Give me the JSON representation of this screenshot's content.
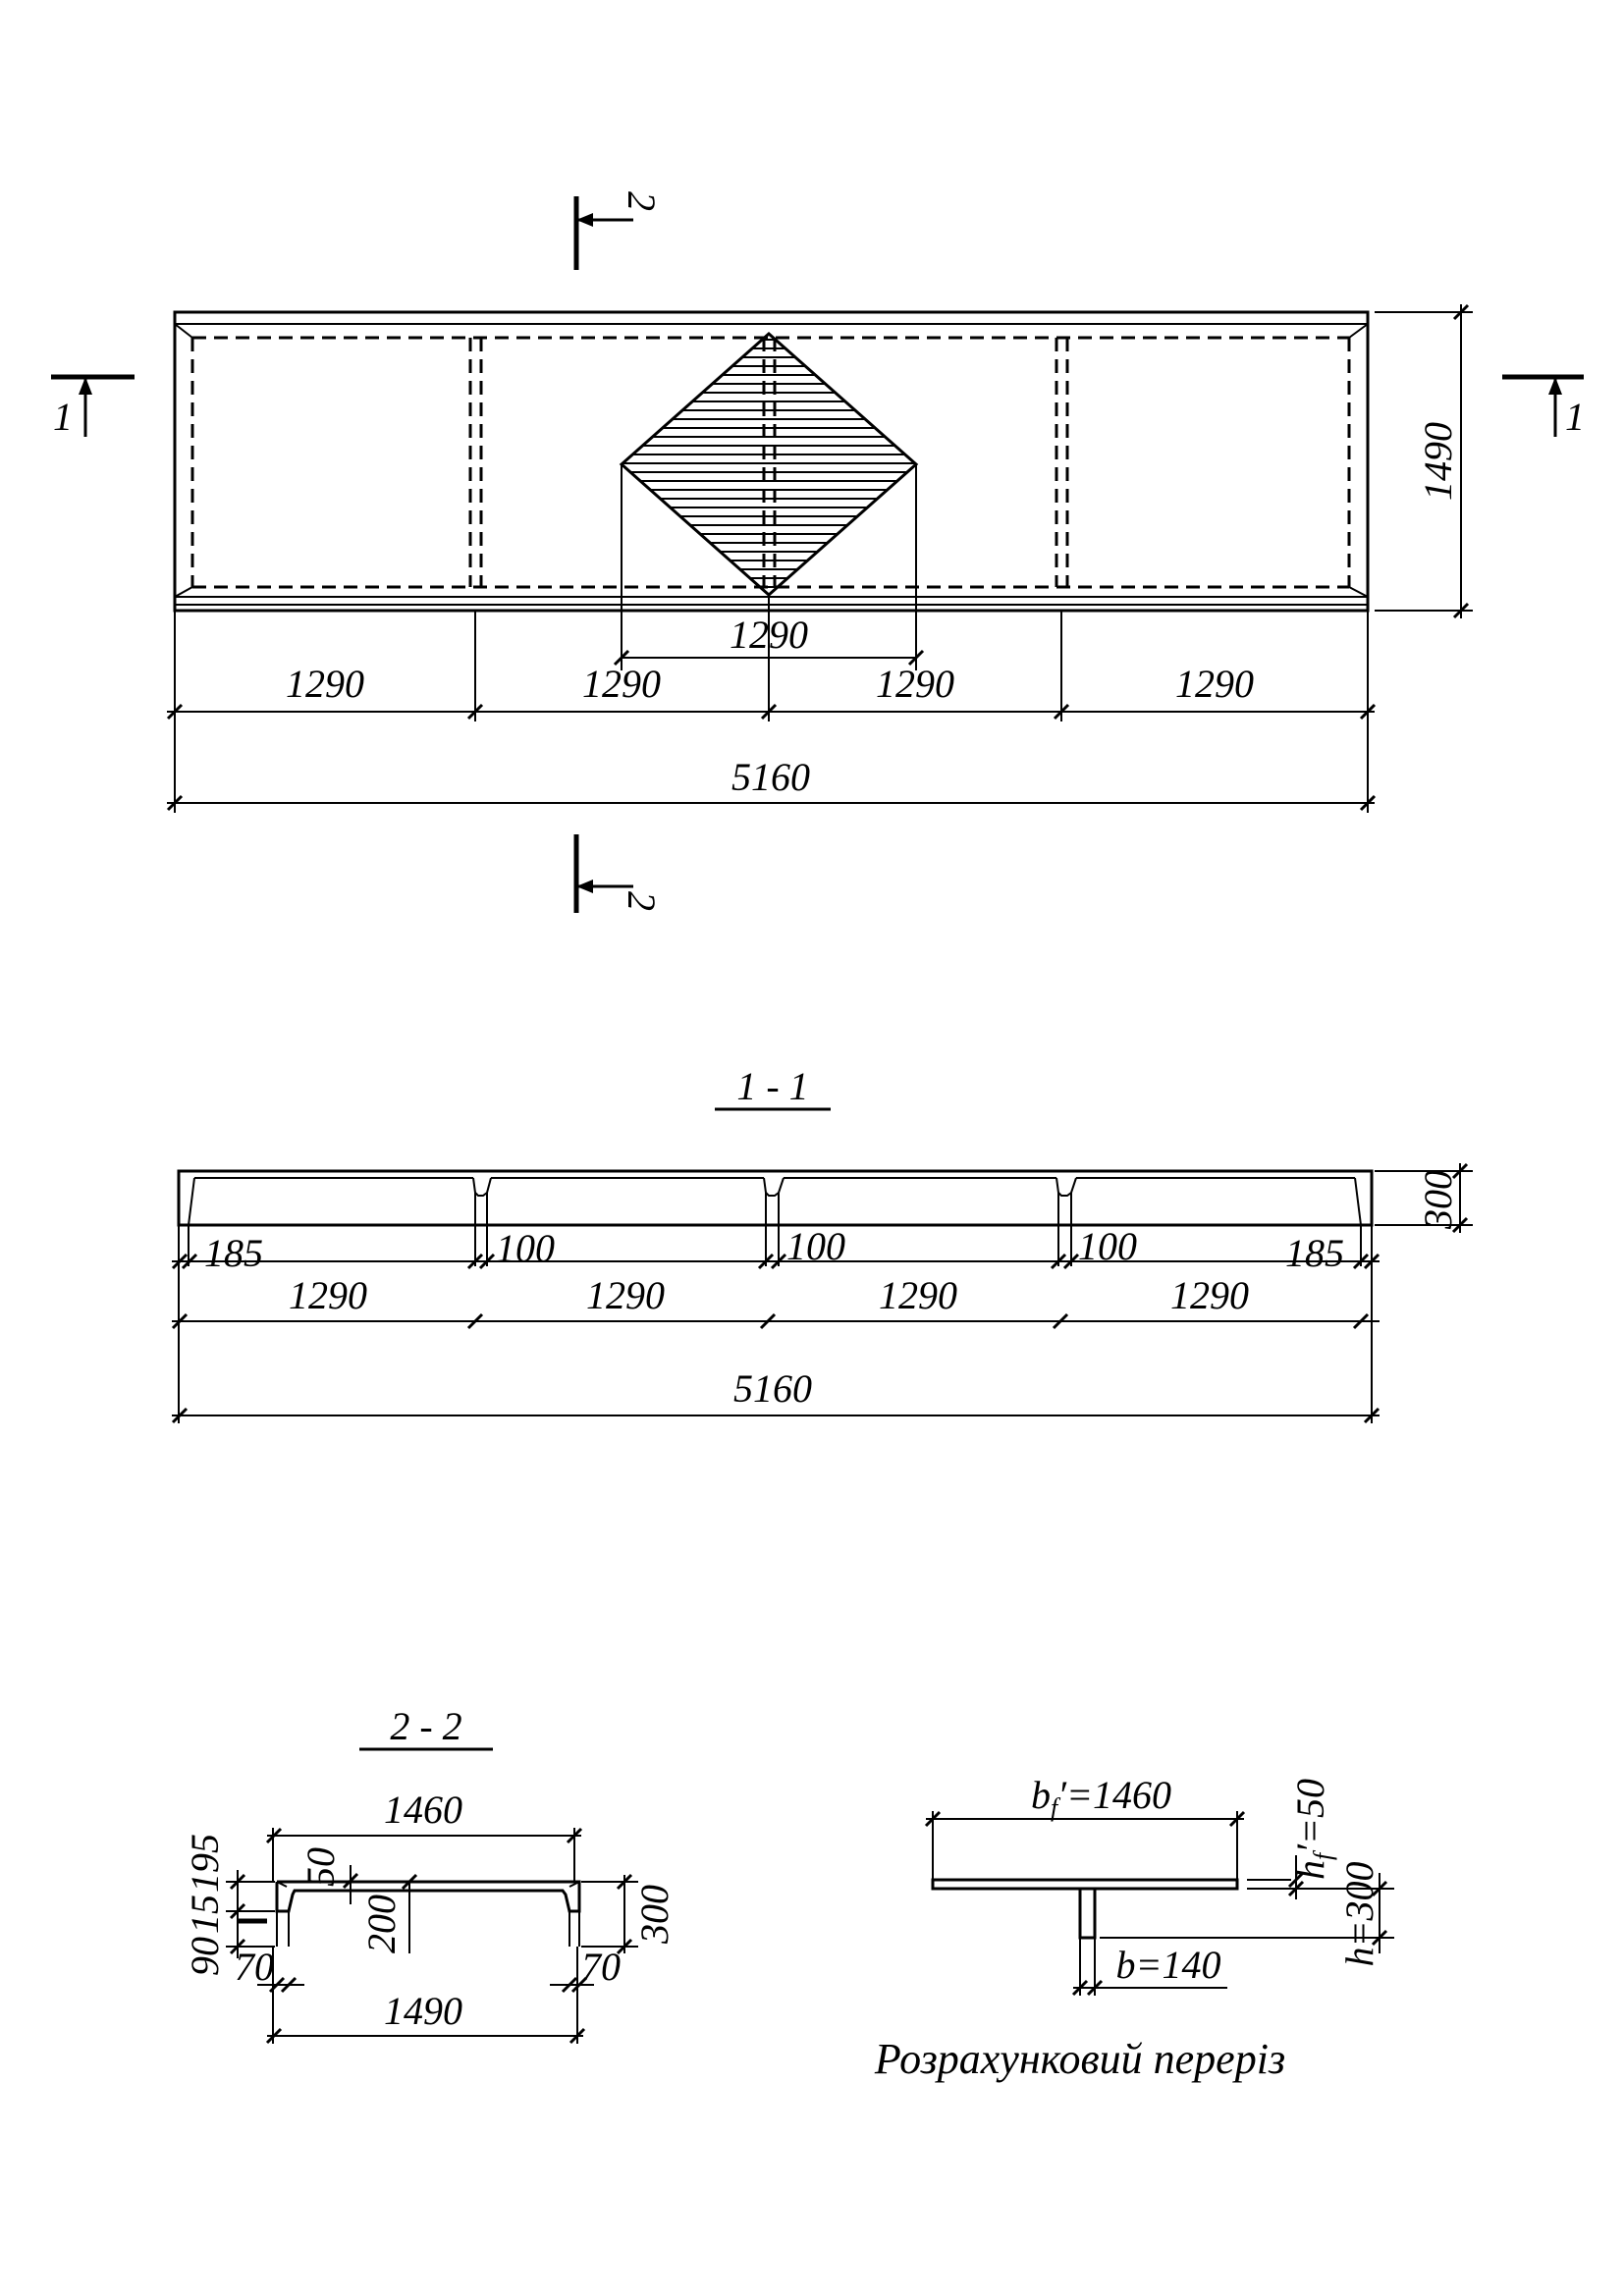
{
  "plan": {
    "dims": {
      "span_left": "1290",
      "span_mid_left": "1290",
      "span_mid_right": "1290",
      "span_right": "1290",
      "span_diamond": "1290",
      "total_length": "5160",
      "width": "1490"
    },
    "cut_marks": {
      "top": "2",
      "bottom": "2",
      "left": "1",
      "right": "1"
    }
  },
  "section_1": {
    "title": "1 - 1",
    "dims": {
      "edge_left": "185",
      "rib_1": "100",
      "rib_2": "100",
      "rib_3": "100",
      "edge_right": "185",
      "span_1": "1290",
      "span_2": "1290",
      "span_3": "1290",
      "span_4": "1290",
      "total_length": "5160",
      "height": "300"
    }
  },
  "section_2": {
    "title": "2 - 2",
    "dims": {
      "top_width": "1460",
      "bottom_width": "1490",
      "flange": "50",
      "inner_height": "200",
      "height": "300",
      "rib_left": "70",
      "rib_right": "70",
      "left_195": "195",
      "left_15": "15",
      "left_90": "90"
    }
  },
  "calc_section": {
    "bf_label": "b",
    "bf_sub": "f",
    "bf_value": "′=1460",
    "hf_label": "h",
    "hf_sub": "f",
    "hf_value": "′=50",
    "h_label": "h=300",
    "b_label": "b=140",
    "caption": "Розрахунковий переріз"
  }
}
